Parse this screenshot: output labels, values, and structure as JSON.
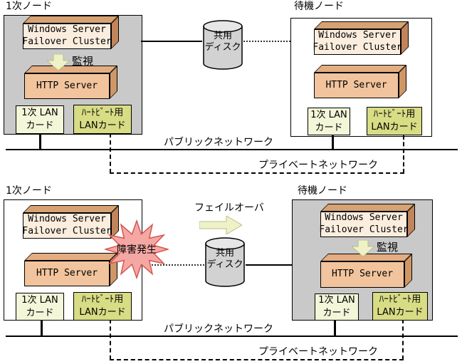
{
  "top": {
    "primary_node": {
      "label": "1次ノード",
      "wsfc_line1": "Windows Server",
      "wsfc_line2": "Failover Cluster",
      "monitor_label": "監視",
      "http_label": "HTTP Server",
      "primary_lan_line1": "1次 LAN",
      "primary_lan_line2": "カード",
      "heartbeat_lan_line1": "ﾊｰﾄﾋﾞｰﾄ用",
      "heartbeat_lan_line2": "LANカード"
    },
    "standby_node": {
      "label": "待機ノード",
      "wsfc_line1": "Windows Server",
      "wsfc_line2": "Failover Cluster",
      "http_label": "HTTP Server",
      "primary_lan_line1": "1次 LAN",
      "primary_lan_line2": "カード",
      "heartbeat_lan_line1": "ﾊｰﾄﾋﾞｰﾄ用",
      "heartbeat_lan_line2": "LANカード"
    },
    "shared_disk": {
      "line1": "共用",
      "line2": "ディスク"
    },
    "public_network_label": "パブリックネットワーク",
    "private_network_label": "プライベートネットワーク"
  },
  "bottom": {
    "primary_node": {
      "label": "1次ノード",
      "wsfc_line1": "Windows Server",
      "wsfc_line2": "Failover Cluster",
      "http_label": "HTTP Server",
      "failure_label": "障害発生",
      "primary_lan_line1": "1次 LAN",
      "primary_lan_line2": "カード",
      "heartbeat_lan_line1": "ﾊｰﾄﾋﾞｰﾄ用",
      "heartbeat_lan_line2": "LANカード"
    },
    "failover_label": "フェイルオーバ",
    "standby_node": {
      "label": "待機ノード",
      "wsfc_line1": "Windows Server",
      "wsfc_line2": "Failover Cluster",
      "monitor_label": "監視",
      "http_label": "HTTP Server",
      "primary_lan_line1": "1次 LAN",
      "primary_lan_line2": "カード",
      "heartbeat_lan_line1": "ﾊｰﾄﾋﾞｰﾄ用",
      "heartbeat_lan_line2": "LANカード"
    },
    "shared_disk": {
      "line1": "共用",
      "line2": "ディスク"
    },
    "public_network_label": "パブリックネットワーク",
    "private_network_label": "プライベートネットワーク"
  },
  "colors": {
    "active_node_bg": "#c9c9c9",
    "wsfc_box_front": "#fceede",
    "http_box_front": "#f1c49d",
    "box_side": "#c2845a",
    "primary_lan_bg": "#f3f6d8",
    "heartbeat_lan_bg": "#d7dc85",
    "arrow_fill": "#eef2c6",
    "failure_fill": "#f5a8a3",
    "failure_stroke": "#d85550",
    "disk_fill": "#d2d2d2"
  }
}
